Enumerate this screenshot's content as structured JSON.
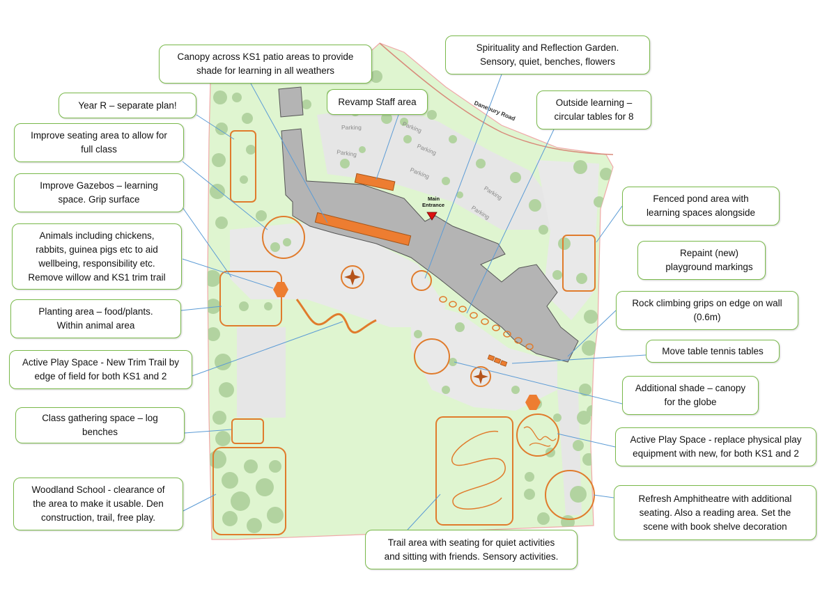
{
  "map": {
    "road_name": "Danebury Road",
    "parking_label": "Parking",
    "entrance_label": [
      "Main",
      "Entrance"
    ],
    "colors": {
      "grass": "#dff5d0",
      "grass_border": "#f0a8a8",
      "building": "#b4b4b4",
      "hardstanding": "#e6e6e6",
      "tree": "#b2d3a0",
      "feature": "#e07b2c",
      "callout_border": "#79b94a",
      "leader": "#5b9bd5",
      "entrance_marker": "#dd1111"
    }
  },
  "callouts": {
    "canopy_ks1": [
      "Canopy across KS1 patio areas to provide",
      "shade for learning in all weathers"
    ],
    "spirituality": [
      "Spirituality and Reflection Garden.",
      "Sensory, quiet, benches, flowers"
    ],
    "year_r": [
      "Year R – separate plan!"
    ],
    "revamp_staff": [
      "Revamp Staff area"
    ],
    "outside_learning": [
      "Outside learning –",
      "circular tables for 8"
    ],
    "seating_class": [
      "Improve seating area to allow for",
      "full class"
    ],
    "gazebos": [
      "Improve Gazebos – learning",
      "space. Grip surface"
    ],
    "pond": [
      "Fenced pond area with",
      "learning spaces alongside"
    ],
    "repaint": [
      "Repaint (new)",
      "playground markings"
    ],
    "animals": [
      "Animals including chickens,",
      "rabbits, guinea pigs etc to aid",
      "wellbeing, responsibility etc.",
      "Remove willow and KS1 trim trail"
    ],
    "rock_climbing": [
      "Rock climbing grips on edge on wall",
      "(0.6m)"
    ],
    "planting": [
      "Planting area – food/plants.",
      "Within animal area"
    ],
    "table_tennis": [
      "Move table tennis tables"
    ],
    "trim_trail": [
      "Active Play Space - New Trim Trail by",
      "edge of field for both KS1 and 2"
    ],
    "globe_shade": [
      "Additional shade – canopy",
      "for the globe"
    ],
    "class_gathering": [
      "Class gathering space – log",
      "benches"
    ],
    "active_play_equipment": [
      "Active Play Space - replace physical play",
      "equipment with new, for both KS1 and 2"
    ],
    "woodland": [
      "Woodland School - clearance of",
      "the area to make it usable. Den",
      "construction, trail, free play."
    ],
    "amphitheatre": [
      "Refresh Amphitheatre with additional",
      "seating. Also a reading area. Set the",
      "scene with book shelve decoration"
    ],
    "trail_area": [
      "Trail area with seating for quiet activities",
      "and sitting with friends. Sensory activities."
    ]
  }
}
